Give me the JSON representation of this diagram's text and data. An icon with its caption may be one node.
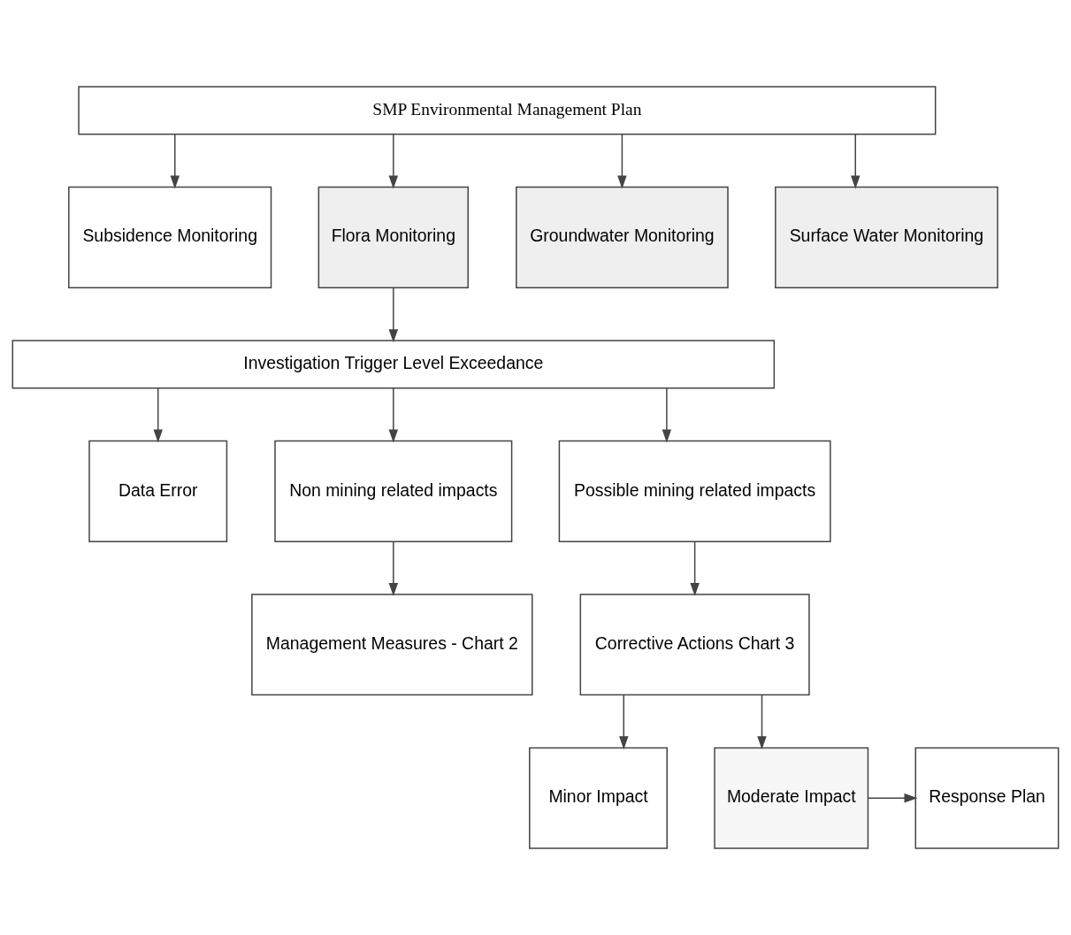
{
  "diagram": {
    "nodes": [
      {
        "text": [
          "SMP Environmental Management Plan"
        ]
      },
      {
        "text": [
          "Subsidence Monitoring"
        ]
      },
      {
        "text": [
          "Flora Monitoring"
        ]
      },
      {
        "text": [
          "Groundwater Monitoring"
        ]
      },
      {
        "text": [
          "Surface Water Monitoring"
        ]
      },
      {
        "text": [
          "Investigation Trigger Level Exceedance"
        ]
      },
      {
        "text": [
          "Data Error"
        ]
      },
      {
        "text": [
          "Non mining related impacts"
        ]
      },
      {
        "text": [
          "Possible mining related impacts"
        ]
      },
      {
        "text": [
          "Management Measures - Chart 2"
        ]
      },
      {
        "text": [
          "Corrective Actions Chart 3"
        ]
      },
      {
        "text": [
          "Minor Impact"
        ]
      },
      {
        "text": [
          "Moderate Impact"
        ]
      },
      {
        "text": [
          "Response Plan"
        ]
      }
    ],
    "edges": [
      {
        "from": 0,
        "to": 1,
        "arrow": "to"
      },
      {
        "from": 0,
        "to": 2,
        "arrow": "to"
      },
      {
        "from": 0,
        "to": 3,
        "arrow": "to"
      },
      {
        "from": 0,
        "to": 4,
        "arrow": "to"
      },
      {
        "from": 2,
        "to": 5,
        "arrow": "to"
      },
      {
        "from": 5,
        "to": 6,
        "arrow": "to"
      },
      {
        "from": 5,
        "to": 7,
        "arrow": "to"
      },
      {
        "from": 5,
        "to": 8,
        "arrow": "to"
      },
      {
        "from": 7,
        "to": 9,
        "arrow": "to"
      },
      {
        "from": 8,
        "to": 10,
        "arrow": "to"
      },
      {
        "from": 10,
        "to": 11,
        "arrow": "to"
      },
      {
        "from": 10,
        "to": 12,
        "arrow": "to"
      },
      {
        "from": 12,
        "to": 13,
        "arrow": "to"
      }
    ]
  }
}
